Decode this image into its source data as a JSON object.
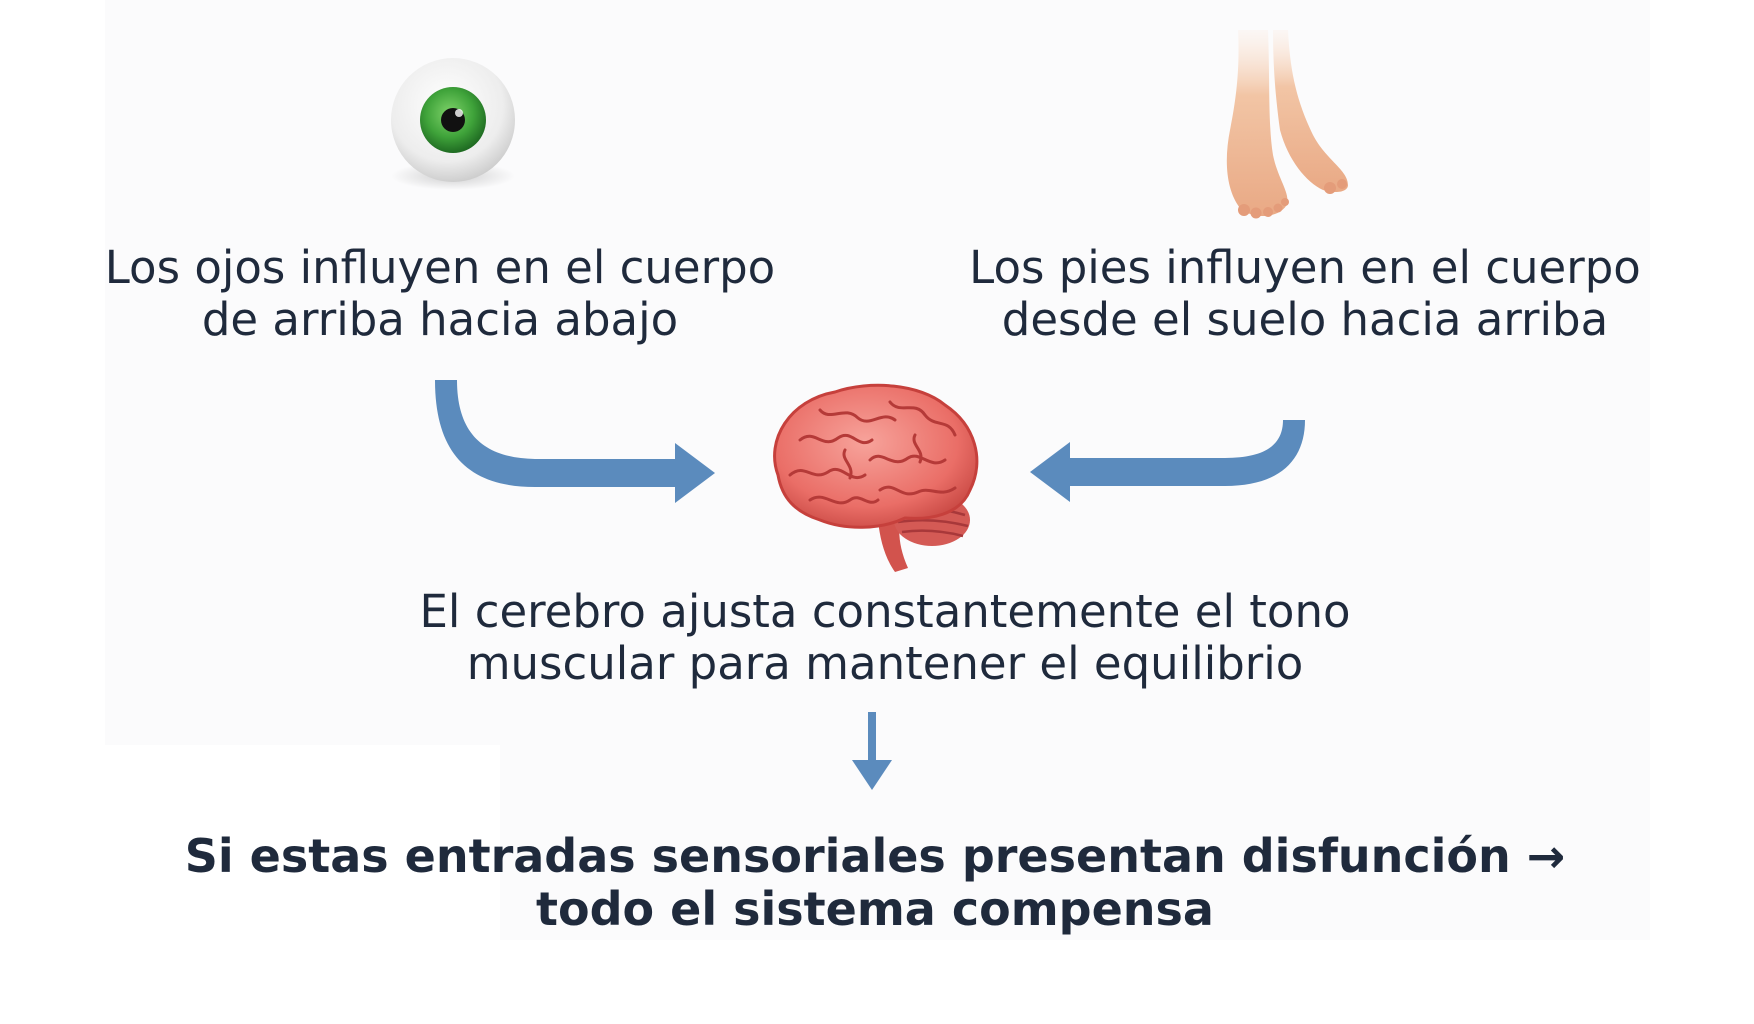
{
  "eyes_text": {
    "line1": "Los ojos influyen en el cuerpo",
    "line2": "de arriba hacia abajo"
  },
  "feet_text": {
    "line1": "Los pies influyen en el cuerpo",
    "line2": "desde el suelo hacia arriba"
  },
  "brain_text": {
    "line1": "El cerebro ajusta constantemente el tono",
    "line2": "muscular para mantener el equilibrio"
  },
  "conclusion_text": {
    "line1": "Si estas entradas sensoriales presentan disfunción →",
    "line2": "todo el sistema compensa"
  },
  "icons": [
    "eye-icon",
    "feet-icon",
    "brain-icon"
  ],
  "colors": {
    "text": "#1f2a3c",
    "arrow": "#5b8bbd",
    "iris": "#3fa33a",
    "brain": "#e86f6a"
  }
}
